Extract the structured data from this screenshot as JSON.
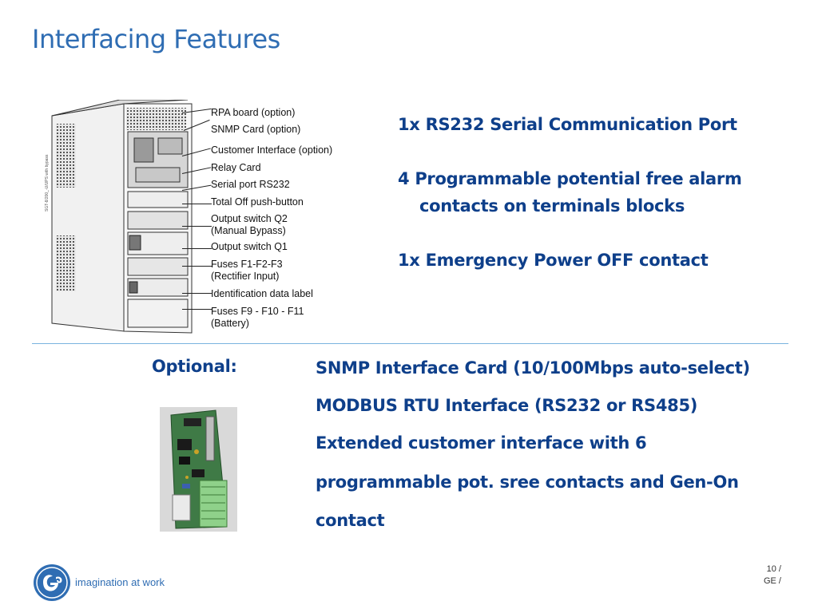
{
  "slide": {
    "title": "Interfacing Features"
  },
  "figure": {
    "callouts": [
      "RPA board (option)",
      "SNMP Card (option)",
      "Customer Interface (option)",
      "Relay Card",
      "Serial port RS232",
      "Total Off push-button",
      "Output switch Q2\n(Manual Bypass)",
      "Output switch Q1",
      "Fuses F1-F2-F3\n(Rectifier Input)",
      "Identification data label",
      "Fuses F9 - F10 - F11\n(Battery)"
    ]
  },
  "features": {
    "line1": "1x RS232 Serial Communication Port",
    "line2a": "4  Programmable potential free alarm",
    "line2b": "contacts on terminals blocks",
    "line3": "1x Emergency Power OFF contact"
  },
  "optional": {
    "label": "Optional:",
    "lines": [
      "SNMP Interface Card (10/100Mbps auto-select)",
      "MODBUS RTU Interface (RS232 or RS485)",
      "Extended customer interface with 6",
      "programmable pot. sree contacts and Gen-On",
      "contact"
    ]
  },
  "footer": {
    "tagline": "imagination at work",
    "page_number": "10 /",
    "org": "GE /"
  },
  "colors": {
    "title": "#2f6db3",
    "body_text": "#0e3f8a",
    "divider": "#7ab3df",
    "logo": "#2f6db3"
  }
}
